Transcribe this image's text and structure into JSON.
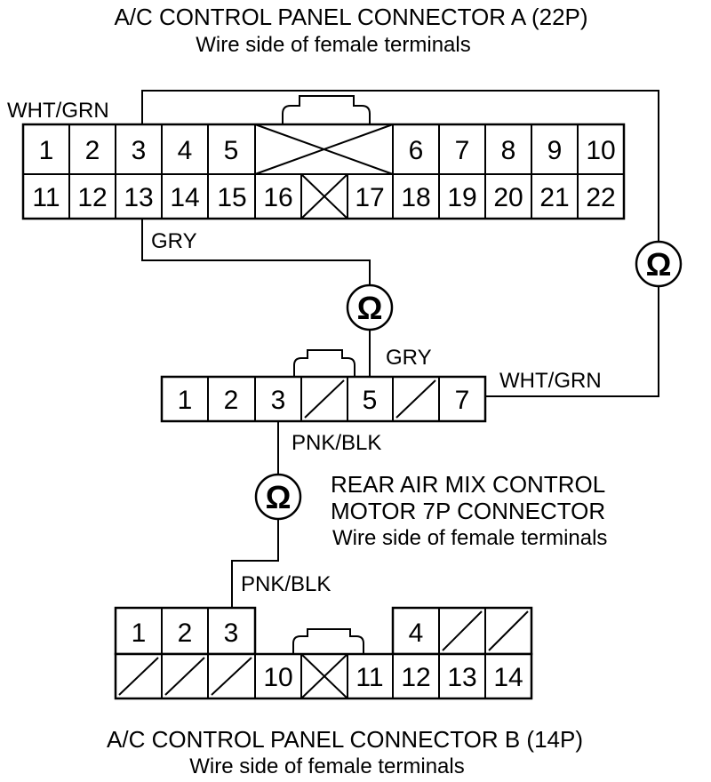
{
  "connector_a": {
    "title": "A/C CONTROL PANEL CONNECTOR A (22P)",
    "subtitle": "Wire side of female terminals",
    "pins_top": [
      "1",
      "2",
      "3",
      "4",
      "5",
      "6",
      "7",
      "8",
      "9",
      "10"
    ],
    "pins_bottom": [
      "11",
      "12",
      "13",
      "14",
      "15",
      "16",
      "17",
      "18",
      "19",
      "20",
      "21",
      "22"
    ]
  },
  "motor_connector": {
    "title_line1": "REAR AIR MIX CONTROL",
    "title_line2": "MOTOR 7P CONNECTOR",
    "subtitle": "Wire side of female terminals",
    "pins": [
      "1",
      "2",
      "3",
      "5",
      "7"
    ]
  },
  "connector_b": {
    "title": "A/C CONTROL PANEL CONNECTOR B (14P)",
    "subtitle": "Wire side of female terminals",
    "pins_top": [
      "1",
      "2",
      "3",
      "4"
    ],
    "pins_bottom": [
      "10",
      "11",
      "12",
      "13",
      "14"
    ]
  },
  "wires": {
    "wht_grn_a": "WHT/GRN",
    "gry_a": "GRY",
    "gry_motor": "GRY",
    "wht_grn_motor": "WHT/GRN",
    "pnk_blk_motor": "PNK/BLK",
    "pnk_blk_b": "PNK/BLK"
  },
  "meters": {
    "symbol": "Ω"
  }
}
